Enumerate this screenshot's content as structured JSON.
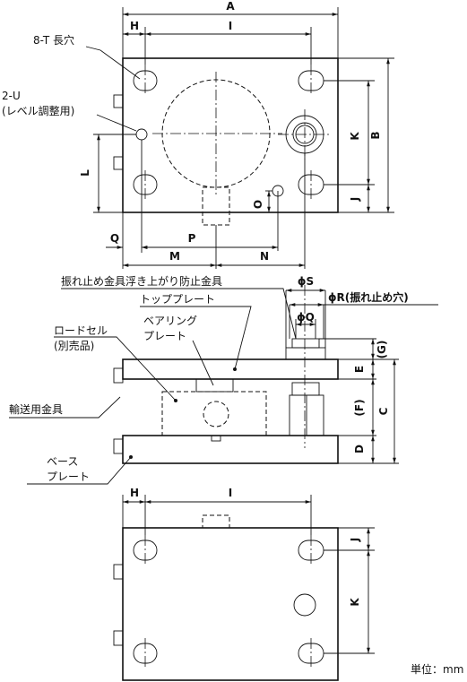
{
  "labels": {
    "dim_A": "A",
    "dim_B": "B",
    "dim_C": "C",
    "dim_D": "D",
    "dim_E": "E",
    "dim_F": "(F)",
    "dim_G": "(G)",
    "dim_H": "H",
    "dim_I": "I",
    "dim_J": "J",
    "dim_K": "K",
    "dim_L": "L",
    "dim_M": "M",
    "dim_N": "N",
    "dim_O": "O",
    "dim_P": "P",
    "dim_Q": "Q",
    "dim_phiS": "ϕS",
    "dim_phiQ": "ϕQ",
    "dim_phiR": "ϕR(振れ止め穴)",
    "slot_note": "8-T 長穴",
    "tap_note_1": "2-U",
    "tap_note_2": "(レベル調整用)",
    "anti_lift": "振れ止め金具浮き上がり防止金具",
    "top_plate": "トッププレート",
    "bearing_1": "ベアリング",
    "bearing_2": "プレート",
    "loadcell_1": "ロードセル",
    "loadcell_2": "(別売品)",
    "transport": "輸送用金具",
    "base_1": "ベース",
    "base_2": "プレート",
    "unit": "単位：mm"
  }
}
